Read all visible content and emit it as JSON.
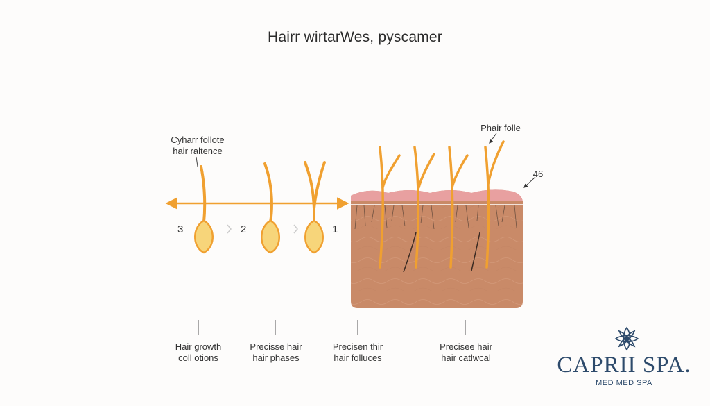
{
  "title": "Hairr wirtarWes, pyscamer",
  "labels": {
    "top_left_line1": "Cyharr follote",
    "top_left_line2": "hair raltence",
    "top_right": "Phair folle",
    "marker_46": "46"
  },
  "steps": [
    "3",
    "2",
    "1"
  ],
  "bottom_labels": [
    {
      "line1": "Hair growth",
      "line2": "coll otions"
    },
    {
      "line1": "Precisse hair",
      "line2": "hair phases"
    },
    {
      "line1": "Precisen thir",
      "line2": "hair folluces"
    },
    {
      "line1": "Precisee hair",
      "line2": "hair catlwcal"
    }
  ],
  "brand": {
    "name": "CAPRII SPA.",
    "tagline": "MED MED SPA",
    "icon": "lotus-mandala-icon"
  },
  "colors": {
    "hair": "#f0a030",
    "bulb": "#f7d57a",
    "skin": "#c98a68",
    "epidermis": "#e8a0a0",
    "brand": "#2d4a6b"
  }
}
